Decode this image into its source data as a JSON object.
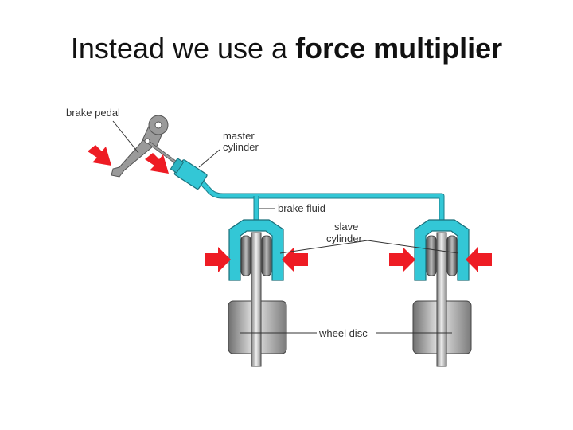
{
  "title": {
    "prefix": "Instead we use a ",
    "emphasis": "force multiplier"
  },
  "labels": {
    "brake_pedal": "brake pedal",
    "master_line1": "master",
    "master_line2": "cylinder",
    "brake_fluid": "brake fluid",
    "slave_line1": "slave",
    "slave_line2": "cylinder",
    "wheel_disc": "wheel disc"
  },
  "colors": {
    "fluid": "#33c7d6",
    "arrow": "#ee1c24",
    "pedal": "#9a9a9a"
  }
}
